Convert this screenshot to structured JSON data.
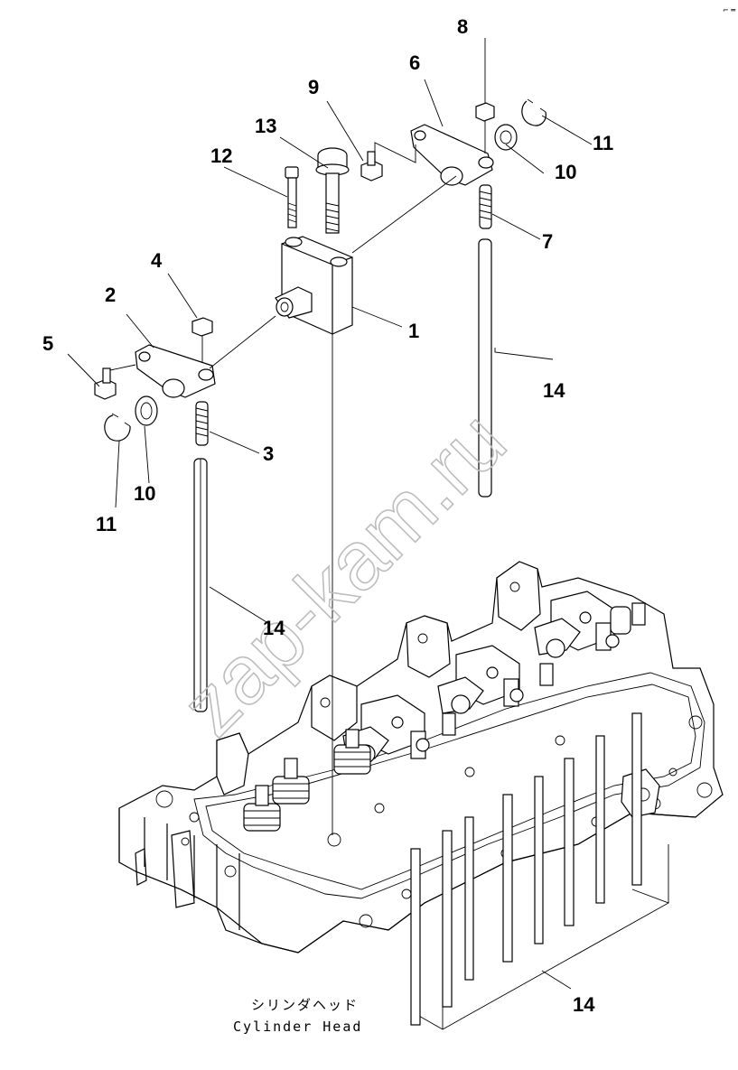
{
  "diagram": {
    "callouts": {
      "c1": "1",
      "c2": "2",
      "c3": "3",
      "c4": "4",
      "c5": "5",
      "c6": "6",
      "c7": "7",
      "c8": "8",
      "c9": "9",
      "c10a": "10",
      "c10b": "10",
      "c11a": "11",
      "c11b": "11",
      "c12": "12",
      "c13": "13",
      "c14a": "14",
      "c14b": "14",
      "c14c": "14"
    },
    "caption_jp": "シリンダヘッド",
    "caption_en": "Cylinder Head",
    "watermark": "zap-kam.ru",
    "corner_mark": "⌐ ═"
  }
}
